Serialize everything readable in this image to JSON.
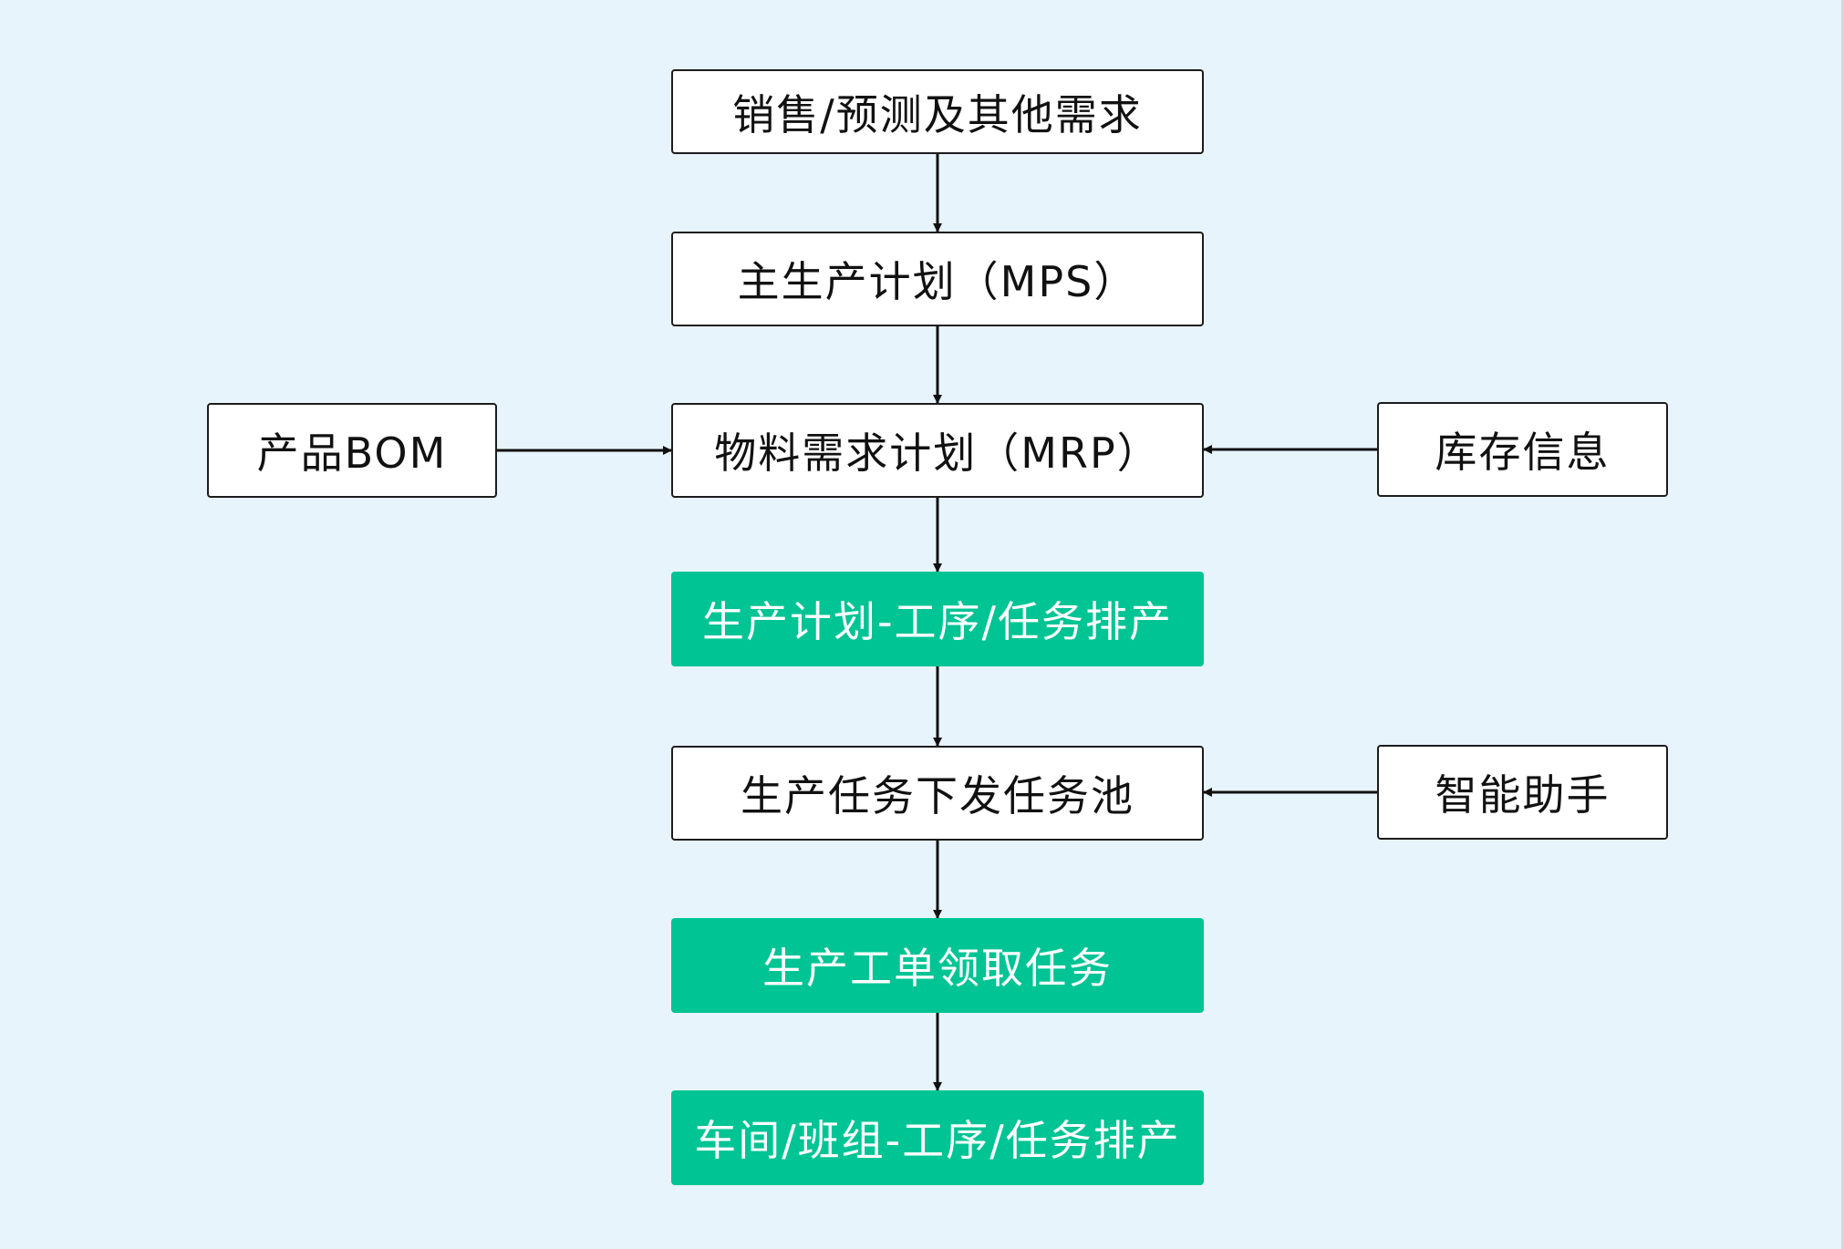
{
  "colors": {
    "background": "#e8f4fb",
    "node_fill": "#ffffff",
    "node_border": "#1c1c1c",
    "accent_fill": "#00c494",
    "accent_text": "#ffffff",
    "arrow": "#111111"
  },
  "nodes": {
    "sales_forecast": {
      "label": "销售/预测及其他需求",
      "style": "plain"
    },
    "mps": {
      "label": "主生产计划（MPS）",
      "style": "plain"
    },
    "mrp": {
      "label": "物料需求计划（MRP）",
      "style": "plain"
    },
    "product_bom": {
      "label": "产品BOM",
      "style": "plain"
    },
    "inventory": {
      "label": "库存信息",
      "style": "plain"
    },
    "process_scheduling": {
      "label": "生产计划-工序/任务排产",
      "style": "accent"
    },
    "task_pool": {
      "label": "生产任务下发任务池",
      "style": "plain"
    },
    "smart_assistant": {
      "label": "智能助手",
      "style": "plain"
    },
    "work_order": {
      "label": "生产工单领取任务",
      "style": "accent"
    },
    "workshop_scheduling": {
      "label": "车间/班组-工序/任务排产",
      "style": "accent"
    }
  },
  "edges": [
    {
      "from": "sales_forecast",
      "to": "mps"
    },
    {
      "from": "mps",
      "to": "mrp"
    },
    {
      "from": "product_bom",
      "to": "mrp"
    },
    {
      "from": "inventory",
      "to": "mrp"
    },
    {
      "from": "mrp",
      "to": "process_scheduling"
    },
    {
      "from": "process_scheduling",
      "to": "task_pool"
    },
    {
      "from": "smart_assistant",
      "to": "task_pool"
    },
    {
      "from": "task_pool",
      "to": "work_order"
    },
    {
      "from": "work_order",
      "to": "workshop_scheduling"
    }
  ]
}
